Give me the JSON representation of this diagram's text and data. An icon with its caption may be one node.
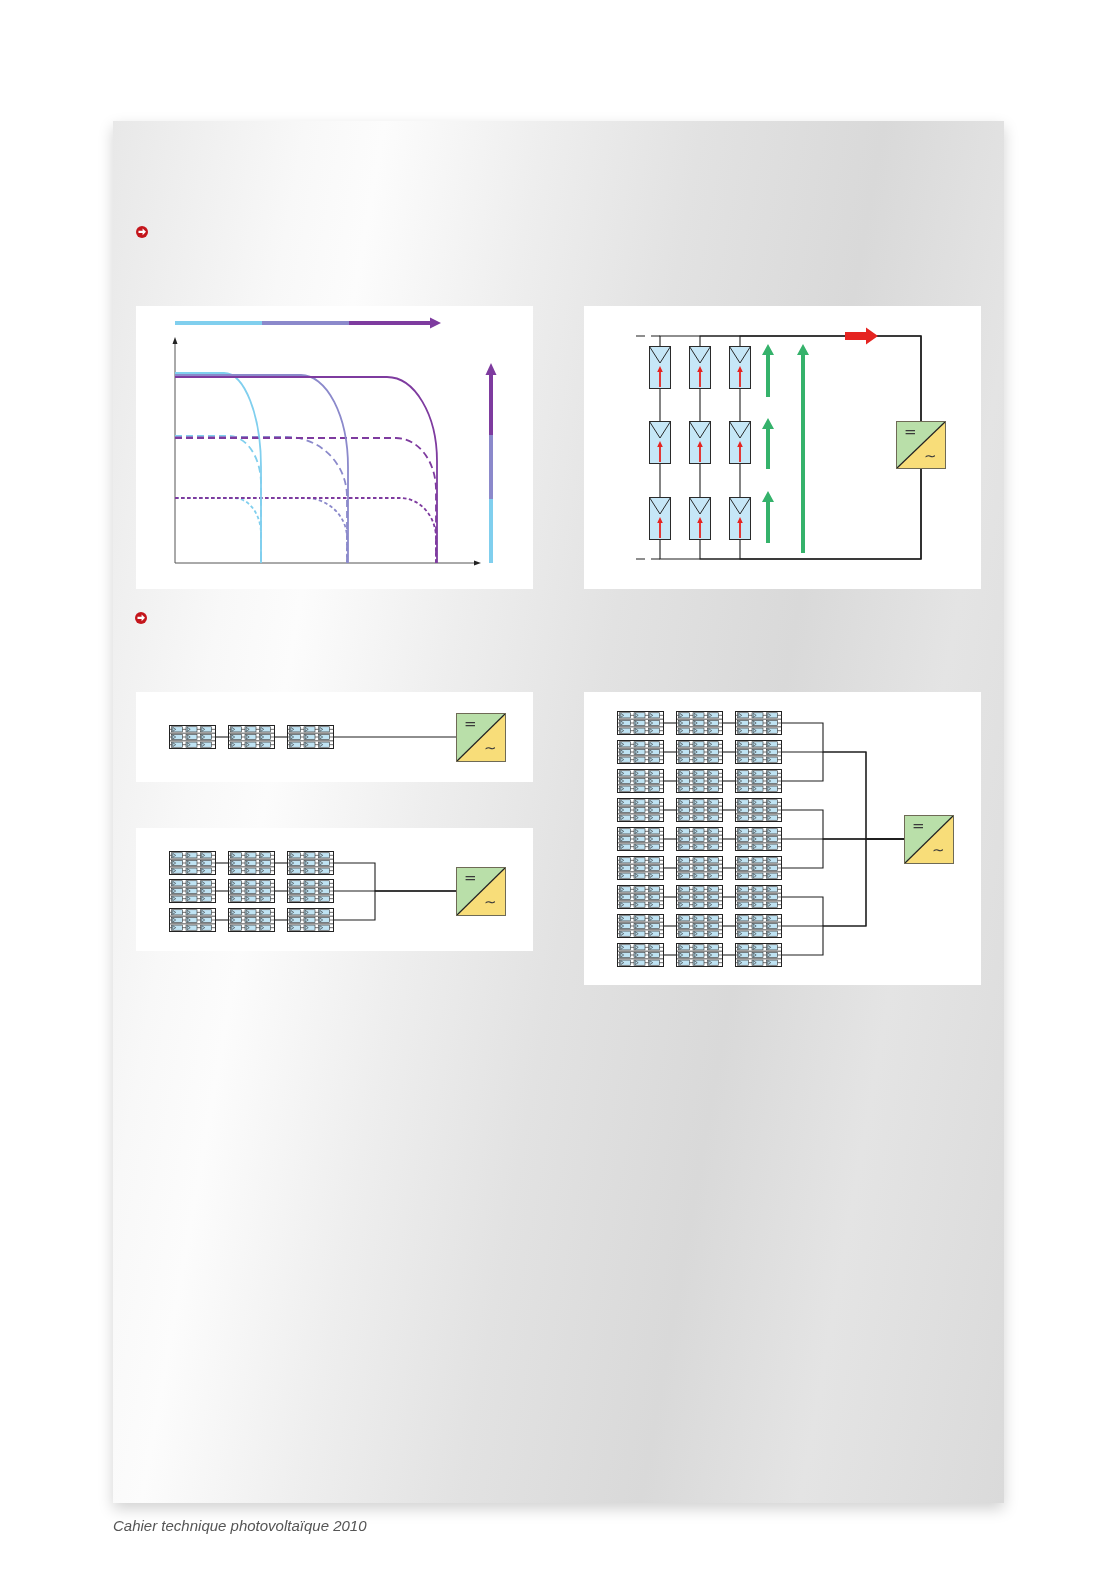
{
  "diagram": {
    "nodes": [
      {
        "text": [],
        "shape": "box"
      },
      {
        "text": [],
        "shape": "box"
      },
      {
        "text": [],
        "shape": "box"
      },
      {
        "text": [],
        "shape": "box"
      },
      {
        "text": [],
        "shape": "box"
      },
      {
        "text": [],
        "shape": "box"
      },
      {
        "text": [],
        "shape": "box"
      },
      {
        "text": [],
        "shape": "box"
      },
      {
        "text": [],
        "shape": "box"
      },
      {
        "text": [
          "=",
          "∼"
        ]
      },
      {
        "text": [],
        "shape": "box"
      },
      {
        "text": [],
        "shape": "box"
      },
      {
        "text": [],
        "shape": "box"
      },
      {
        "text": [
          "=",
          "∼"
        ]
      },
      {
        "text": [],
        "shape": "box"
      },
      {
        "text": [],
        "shape": "box"
      },
      {
        "text": [],
        "shape": "box"
      },
      {
        "text": [],
        "shape": "box"
      },
      {
        "text": [],
        "shape": "box"
      },
      {
        "text": [],
        "shape": "box"
      },
      {
        "text": [],
        "shape": "box"
      },
      {
        "text": [],
        "shape": "box"
      },
      {
        "text": [],
        "shape": "box"
      },
      {
        "text": [
          "=",
          "∼"
        ]
      },
      {
        "text": [],
        "shape": "box"
      },
      {
        "text": [],
        "shape": "box"
      },
      {
        "text": [],
        "shape": "box"
      },
      {
        "text": [],
        "shape": "box"
      },
      {
        "text": [],
        "shape": "box"
      },
      {
        "text": [],
        "shape": "box"
      },
      {
        "text": [],
        "shape": "box"
      },
      {
        "text": [],
        "shape": "box"
      },
      {
        "text": [],
        "shape": "box"
      },
      {
        "text": [],
        "shape": "box"
      },
      {
        "text": [],
        "shape": "box"
      },
      {
        "text": [],
        "shape": "box"
      },
      {
        "text": [],
        "shape": "box"
      },
      {
        "text": [],
        "shape": "box"
      },
      {
        "text": [],
        "shape": "box"
      },
      {
        "text": [],
        "shape": "box"
      },
      {
        "text": [],
        "shape": "box"
      },
      {
        "text": [],
        "shape": "box"
      },
      {
        "text": [],
        "shape": "box"
      },
      {
        "text": [],
        "shape": "box"
      },
      {
        "text": [],
        "shape": "box"
      },
      {
        "text": [],
        "shape": "box"
      },
      {
        "text": [],
        "shape": "box"
      },
      {
        "text": [],
        "shape": "box"
      },
      {
        "text": [],
        "shape": "box"
      },
      {
        "text": [],
        "shape": "box"
      },
      {
        "text": [],
        "shape": "box"
      },
      {
        "text": [
          "=",
          "∼"
        ]
      }
    ],
    "edges": [
      {
        "from": 0,
        "to": 3,
        "arrow": "none"
      },
      {
        "from": 3,
        "to": 6,
        "arrow": "none"
      },
      {
        "from": 1,
        "to": 4,
        "arrow": "none"
      },
      {
        "from": 4,
        "to": 7,
        "arrow": "none"
      },
      {
        "from": 2,
        "to": 5,
        "arrow": "none"
      },
      {
        "from": 5,
        "to": 8,
        "arrow": "none"
      },
      {
        "from": 0,
        "to": 9,
        "arrow": "none"
      },
      {
        "from": 1,
        "to": 9,
        "arrow": "none"
      },
      {
        "from": 2,
        "to": 9,
        "arrow": "none"
      },
      {
        "from": 6,
        "to": 9,
        "arrow": "none"
      },
      {
        "from": 7,
        "to": 9,
        "arrow": "none"
      },
      {
        "from": 8,
        "to": 9,
        "arrow": "none"
      },
      {
        "from": 10,
        "to": 11,
        "arrow": "none"
      },
      {
        "from": 11,
        "to": 12,
        "arrow": "none"
      },
      {
        "from": 12,
        "to": 13,
        "arrow": "none"
      },
      {
        "from": 14,
        "to": 15,
        "arrow": "none"
      },
      {
        "from": 15,
        "to": 16,
        "arrow": "none"
      },
      {
        "from": 17,
        "to": 18,
        "arrow": "none"
      },
      {
        "from": 18,
        "to": 19,
        "arrow": "none"
      },
      {
        "from": 20,
        "to": 21,
        "arrow": "none"
      },
      {
        "from": 21,
        "to": 22,
        "arrow": "none"
      },
      {
        "from": 16,
        "to": 23,
        "arrow": "none"
      },
      {
        "from": 19,
        "to": 23,
        "arrow": "none"
      },
      {
        "from": 22,
        "to": 23,
        "arrow": "none"
      },
      {
        "from": 24,
        "to": 25,
        "arrow": "none"
      },
      {
        "from": 25,
        "to": 26,
        "arrow": "none"
      },
      {
        "from": 27,
        "to": 28,
        "arrow": "none"
      },
      {
        "from": 28,
        "to": 29,
        "arrow": "none"
      },
      {
        "from": 30,
        "to": 31,
        "arrow": "none"
      },
      {
        "from": 31,
        "to": 32,
        "arrow": "none"
      },
      {
        "from": 33,
        "to": 34,
        "arrow": "none"
      },
      {
        "from": 34,
        "to": 35,
        "arrow": "none"
      },
      {
        "from": 36,
        "to": 37,
        "arrow": "none"
      },
      {
        "from": 37,
        "to": 38,
        "arrow": "none"
      },
      {
        "from": 39,
        "to": 40,
        "arrow": "none"
      },
      {
        "from": 40,
        "to": 41,
        "arrow": "none"
      },
      {
        "from": 42,
        "to": 43,
        "arrow": "none"
      },
      {
        "from": 43,
        "to": 44,
        "arrow": "none"
      },
      {
        "from": 45,
        "to": 46,
        "arrow": "none"
      },
      {
        "from": 46,
        "to": 47,
        "arrow": "none"
      },
      {
        "from": 48,
        "to": 49,
        "arrow": "none"
      },
      {
        "from": 49,
        "to": 50,
        "arrow": "none"
      },
      {
        "from": 26,
        "to": 51,
        "arrow": "none"
      },
      {
        "from": 29,
        "to": 51,
        "arrow": "none"
      },
      {
        "from": 32,
        "to": 51,
        "arrow": "none"
      },
      {
        "from": 35,
        "to": 51,
        "arrow": "none"
      },
      {
        "from": 38,
        "to": 51,
        "arrow": "none"
      },
      {
        "from": 41,
        "to": 51,
        "arrow": "none"
      },
      {
        "from": 44,
        "to": 51,
        "arrow": "none"
      },
      {
        "from": 47,
        "to": 51,
        "arrow": "none"
      },
      {
        "from": 50,
        "to": 51,
        "arrow": "none"
      }
    ],
    "labels": [
      "Cahier technique photovoltaïque 2010"
    ]
  }
}
